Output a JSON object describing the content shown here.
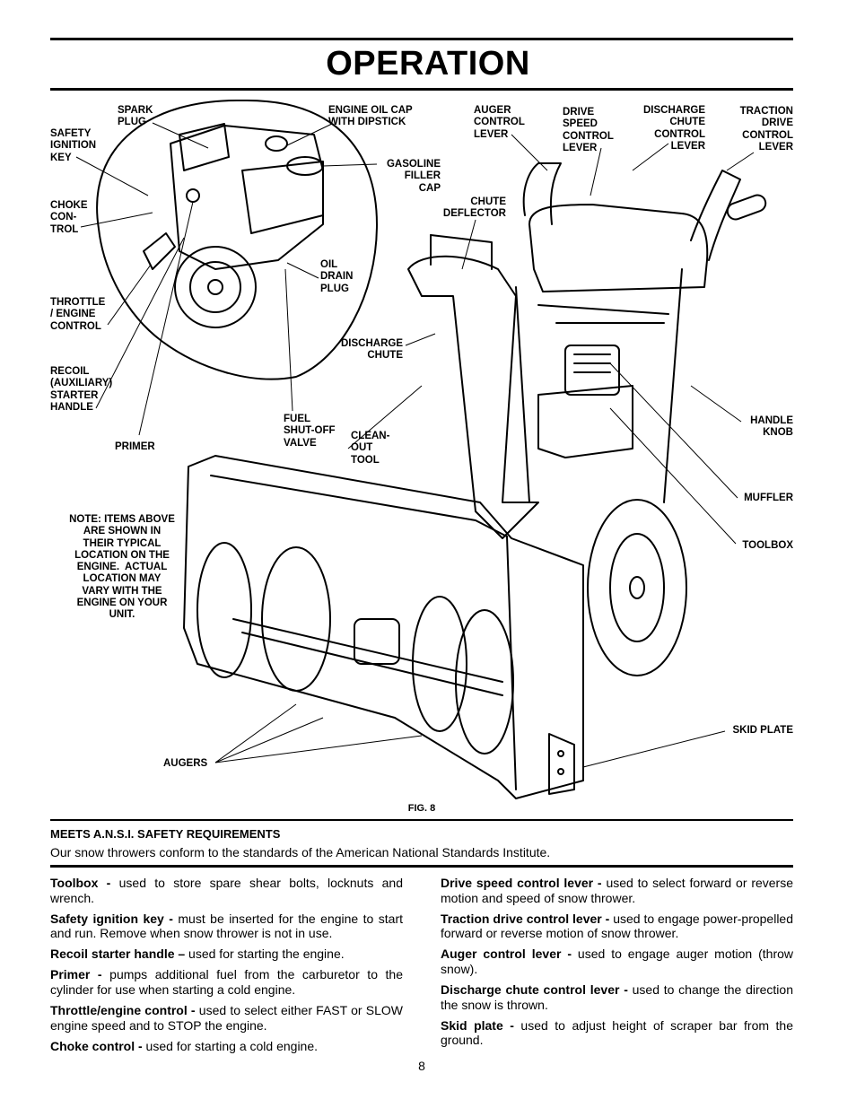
{
  "page": {
    "title": "OPERATION",
    "page_number": "8"
  },
  "figure": {
    "caption": "FIG. 8",
    "labels": {
      "spark_plug": "SPARK\nPLUG",
      "safety_ignition_key": "SAFETY\nIGNITION\nKEY",
      "choke_control": "CHOKE\nCON-\nTROL",
      "throttle_engine_control": "THROTTLE\n/ ENGINE\nCONTROL",
      "recoil_starter_handle": "RECOIL\n(AUXILIARY)\nSTARTER\nHANDLE",
      "primer": "PRIMER",
      "engine_oil_cap": "ENGINE OIL CAP\nWITH DIPSTICK",
      "gasoline_filler_cap": "GASOLINE\nFILLER\nCAP",
      "oil_drain_plug": "OIL\nDRAIN\nPLUG",
      "fuel_shutoff_valve": "FUEL\nSHUT-OFF\nVALVE",
      "clean_out_tool": "CLEAN-\nOUT\nTOOL",
      "discharge_chute": "DISCHARGE\nCHUTE",
      "chute_deflector": "CHUTE\nDEFLECTOR",
      "auger_control_lever": "AUGER\nCONTROL\nLEVER",
      "drive_speed_control_lever": "DRIVE\nSPEED\nCONTROL\nLEVER",
      "discharge_chute_control_lever": "DISCHARGE\nCHUTE\nCONTROL\nLEVER",
      "traction_drive_control_lever": "TRACTION\nDRIVE\nCONTROL\nLEVER",
      "handle_knob": "HANDLE\nKNOB",
      "muffler": "MUFFLER",
      "toolbox": "TOOLBOX",
      "skid_plate": "SKID PLATE",
      "augers": "AUGERS",
      "note": "NOTE: ITEMS ABOVE\nARE SHOWN IN\nTHEIR TYPICAL\nLOCATION ON THE\nENGINE.  ACTUAL\nLOCATION MAY\nVARY WITH THE\nENGINE ON YOUR\nUNIT."
    }
  },
  "ansi": {
    "heading": "MEETS A.N.S.I. SAFETY REQUIREMENTS",
    "body": "Our snow throwers conform to the standards of the American National Standards Institute."
  },
  "descriptions": {
    "left": [
      {
        "term": "Toolbox -",
        "text": " used to store spare shear bolts, locknuts and wrench."
      },
      {
        "term": "Safety ignition key -",
        "text": " must be inserted for the engine to start and run.  Remove when snow thrower is not in use."
      },
      {
        "term": "Recoil starter handle –",
        "text": " used for starting the engine."
      },
      {
        "term": "Primer -",
        "text": " pumps additional fuel from the carburetor to the cylinder for use when starting a cold engine."
      },
      {
        "term": "Throttle/engine control -",
        "text": " used to select either FAST or SLOW engine speed and to STOP the engine."
      },
      {
        "term": "Choke control -",
        "text": " used for starting a cold engine."
      }
    ],
    "right": [
      {
        "term": "Drive speed control lever -",
        "text": " used to select forward or reverse motion and speed of snow thrower."
      },
      {
        "term": "Traction drive control lever -",
        "text": " used to engage power-propelled forward or reverse motion of snow thrower."
      },
      {
        "term": "Auger control lever -",
        "text": " used to engage auger motion (throw snow)."
      },
      {
        "term": "Discharge chute control lever -",
        "text": " used to change the direction the snow is thrown."
      },
      {
        "term": "Skid plate -",
        "text": " used to adjust height of scraper bar from the ground."
      }
    ]
  }
}
